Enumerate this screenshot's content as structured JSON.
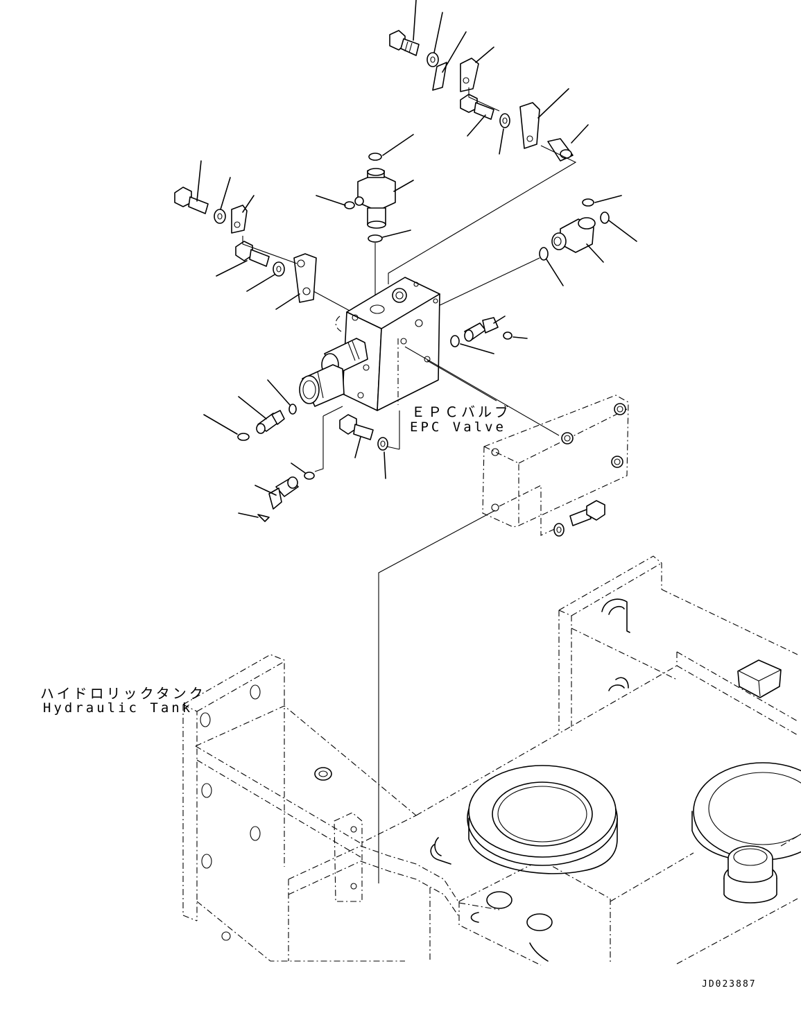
{
  "labels": {
    "epc_valve_jp": "ＥＰＣバルブ",
    "epc_valve_en": "EPC Valve",
    "hydraulic_tank_jp": "ハイドロリックタンク",
    "hydraulic_tank_en": "Hydraulic Tank",
    "drawing_code": "JD023887"
  }
}
